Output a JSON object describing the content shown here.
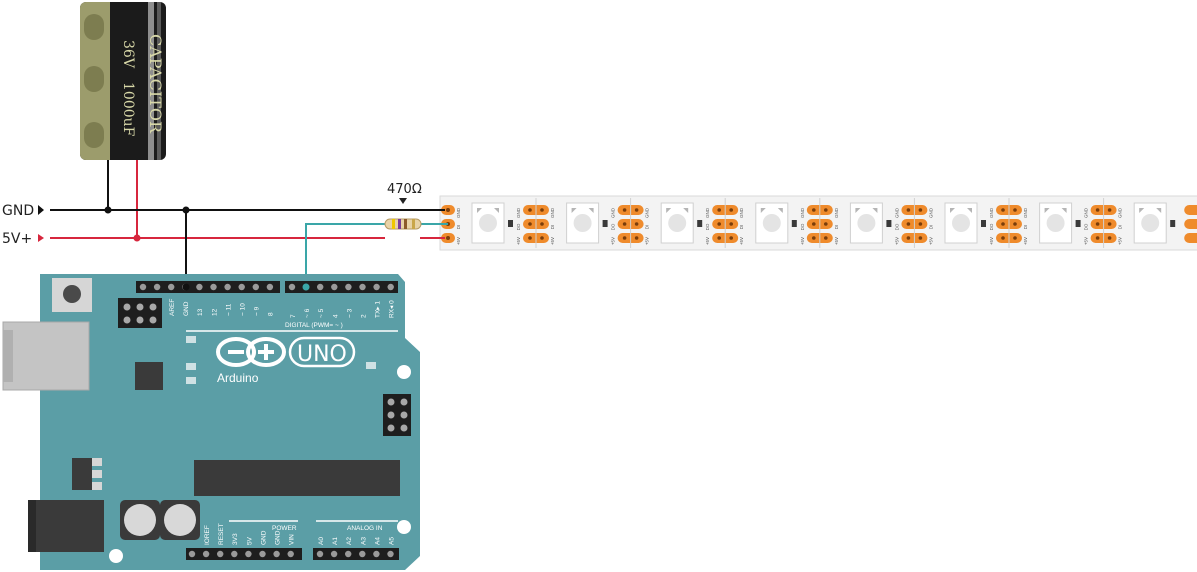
{
  "rails": {
    "gnd": "GND",
    "vplus": "5V+"
  },
  "capacitor": {
    "title": "CAPACITOR",
    "voltage": "36V",
    "capacitance": "1000uF"
  },
  "resistor": {
    "value": "470Ω"
  },
  "arduino": {
    "logo_text": "Arduino",
    "model": "UNO",
    "digital_header": "DIGITAL (PWM= ~ )",
    "power_header": "POWER",
    "analog_header": "ANALOG IN",
    "top_pins": [
      "AREF",
      "GND",
      "13",
      "12",
      "~ 11",
      "~ 10",
      "~ 9",
      "8"
    ],
    "digital_pins": [
      "7",
      "~ 6",
      "~ 5",
      "4",
      "~ 3",
      "2",
      "TX▸ 1",
      "RX◂ 0"
    ],
    "power_pins": [
      "IOREF",
      "RESET",
      "3V3",
      "5V",
      "GND",
      "GND",
      "VIN"
    ],
    "analog_pins": [
      "A0",
      "A1",
      "A2",
      "A3",
      "A4",
      "A5"
    ]
  },
  "strip": {
    "pad_labels": [
      "GND",
      "DI",
      "+5V"
    ],
    "mid_labels_left": [
      "GND",
      "DO",
      "+5V"
    ],
    "mid_labels_right": [
      "GND",
      "DI",
      "+5V"
    ]
  },
  "colors": {
    "arduino_body": "#5b9ea6",
    "gnd_wire": "#111111",
    "vcc_wire": "#d7263d",
    "data_wire": "#3aa6a8",
    "pad": "#ef8b2c"
  }
}
